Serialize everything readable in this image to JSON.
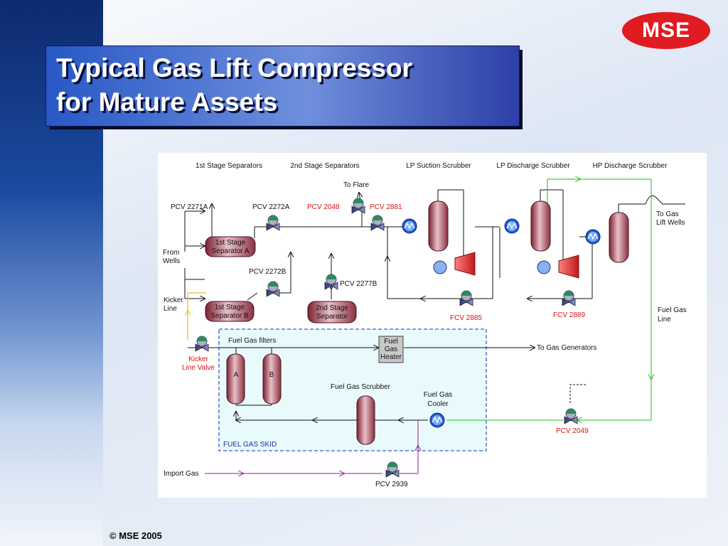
{
  "slide": {
    "title_line1": "Typical Gas Lift Compressor",
    "title_line2": "for Mature Assets",
    "logo": "MSE",
    "footer": "© MSE 2005"
  },
  "diagram": {
    "headers": {
      "stage1_separators": "1st Stage Separators",
      "stage2_separators": "2nd Stage Separators",
      "lp_suction_scrubber": "LP Suction Scrubber",
      "lp_discharge_scrubber": "LP Discharge Scrubber",
      "hp_discharge_scrubber": "HP Discharge Scrubber"
    },
    "labels": {
      "pcv_2271a": "PCV 2271A",
      "pcv_2272a": "PCV 2272A",
      "pcv_2048": "PCV 2048",
      "pcv_2881": "PCV 2881",
      "to_flare": "To Flare",
      "from_wells_1": "From",
      "from_wells_2": "Wells",
      "kicker_line_1": "Kicker",
      "kicker_line_2": "Line",
      "sep_a_1": "1st Stage",
      "sep_a_2": "Separator A",
      "sep_b_1": "1st Stage",
      "sep_b_2": "Separator B",
      "pcv_2272b": "PCV 2272B",
      "pcv_2277b": "PCV 2277B",
      "sep2_1": "2nd Stage",
      "sep2_2": "Separator",
      "fcv_2885": "FCV 2885",
      "fcv_2889": "FCV 2889",
      "to_gas_lift_1": "To Gas",
      "to_gas_lift_2": "Lift Wells",
      "fuel_gas_line_1": "Fuel Gas",
      "fuel_gas_line_2": "Line",
      "kicker_valve_1": "Kicker",
      "kicker_valve_2": "Line Valve",
      "fuel_gas_filters": "Fuel Gas filters",
      "heater_1": "Fuel",
      "heater_2": "Gas",
      "heater_3": "Heater",
      "to_gas_generators": "To Gas Generators",
      "filter_a": "A",
      "filter_b": "B",
      "fuel_gas_scrubber": "Fuel Gas Scrubber",
      "cooler_1": "Fuel Gas",
      "cooler_2": "Cooler",
      "pcv_2049": "PCV 2049",
      "fuel_gas_skid": "FUEL GAS SKID",
      "import_gas": "Import Gas",
      "pcv_2939": "PCV 2939"
    }
  }
}
